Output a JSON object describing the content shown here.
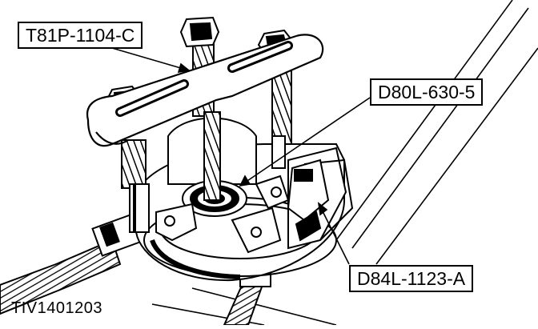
{
  "callouts": {
    "puller_bar": "T81P-1104-C",
    "bearing_tool": "D80L-630-5",
    "adapter_tool": "D84L-1123-A"
  },
  "figure_id": "TIV1401203",
  "colors": {
    "ink": "#000000",
    "paper": "#ffffff"
  }
}
